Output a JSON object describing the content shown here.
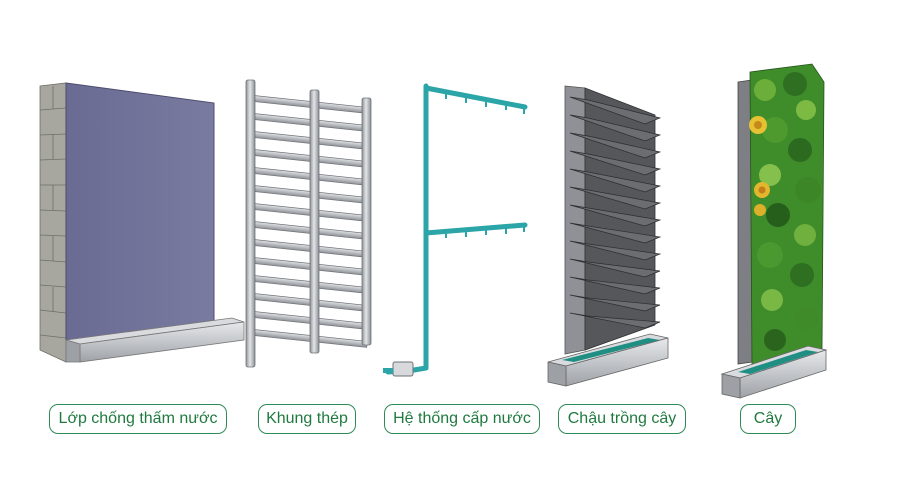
{
  "labels": [
    "Lớp chống thấm nước",
    "Khung thép",
    "Hệ thống cấp nước",
    "Chậu trồng cây",
    "Cây"
  ],
  "colors": {
    "label_border": "#2e8b57",
    "label_text": "#1f7a3f",
    "membrane": "#6e6f96",
    "brick": "#a9a9a2",
    "steel": "#b9bcc0",
    "pipe": "#2ba5a7",
    "planter": "#5b5d61",
    "tray_water": "#1f8f84",
    "foliage": "#3f8d2a"
  }
}
